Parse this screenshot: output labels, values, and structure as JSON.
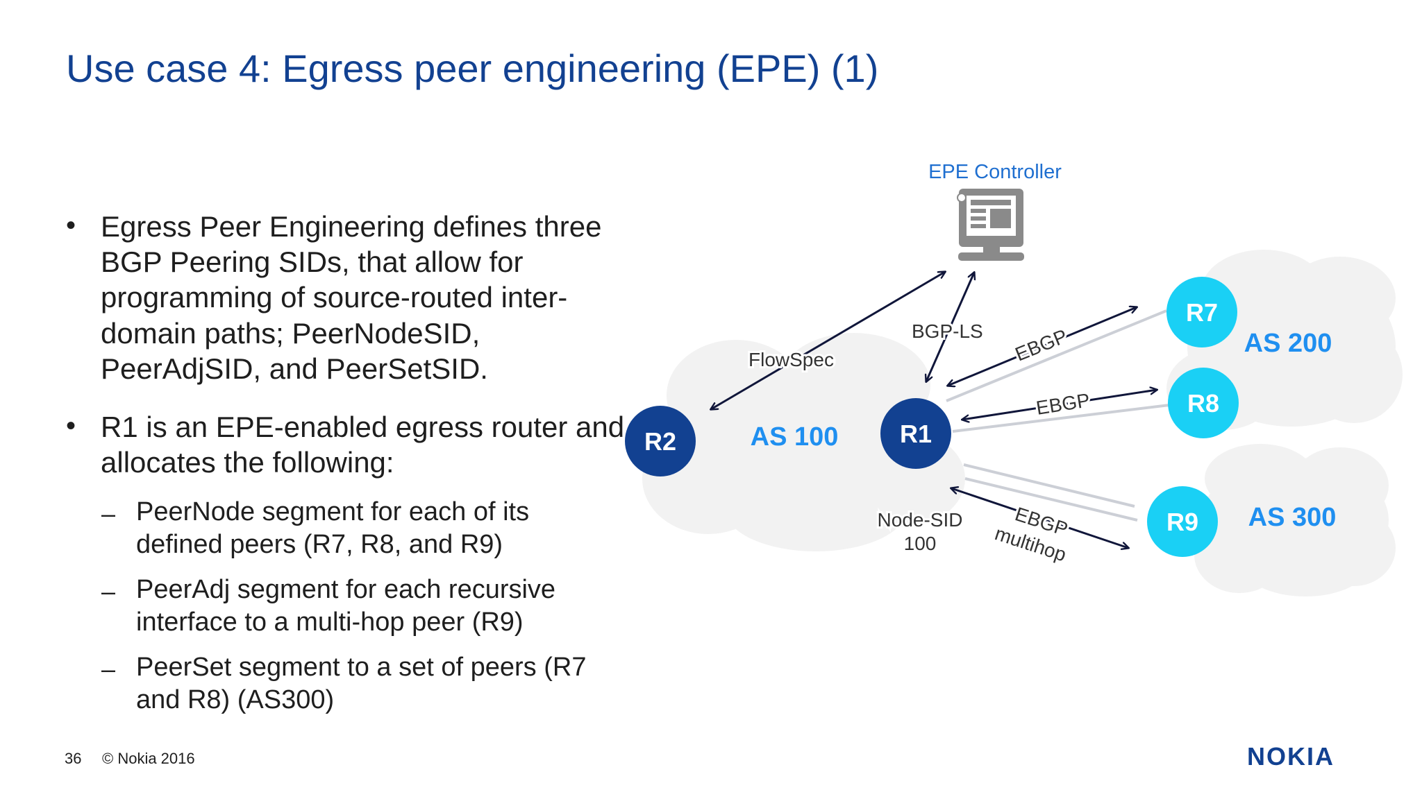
{
  "slide": {
    "title": "Use case 4: Egress peer engineering (EPE) (1)",
    "bullets": [
      "Egress Peer Engineering defines three BGP Peering SIDs, that allow for programming of source-routed inter-domain paths; PeerNodeSID, PeerAdjSID, and PeerSetSID.",
      "R1 is an EPE-enabled egress router and allocates the following:"
    ],
    "sub_bullets": [
      "PeerNode segment for each of its defined peers (R7, R8, and R9)",
      "PeerAdj segment for each recursive interface to a multi-hop peer (R9)",
      "PeerSet segment to a set of peers (R7 and R8) (AS300)"
    ],
    "bullet_marker": "•",
    "sub_marker": "–"
  },
  "diagram": {
    "controller_label": "EPE Controller",
    "routers": {
      "r1": "R1",
      "r2": "R2",
      "r7": "R7",
      "r8": "R8",
      "r9": "R9"
    },
    "as_labels": {
      "as100": "AS 100",
      "as200": "AS 200",
      "as300": "AS 300"
    },
    "link_labels": {
      "flowspec": "FlowSpec",
      "bgp_ls": "BGP-LS",
      "ebgp_r7": "EBGP",
      "ebgp_r8": "EBGP",
      "ebgp_multihop_line1": "EBGP",
      "ebgp_multihop_line2": "multihop",
      "node_sid_line1": "Node-SID",
      "node_sid_line2": "100"
    },
    "colors": {
      "dark_router": "#124191",
      "light_router": "#1ad0f5",
      "as_label": "#1f8ff0",
      "cloud": "#f2f2f2",
      "arrow": "#10163a",
      "peer_link": "#cccfd6"
    }
  },
  "footer": {
    "page_number": "36",
    "copyright": "© Nokia 2016",
    "logo": "NOKIA"
  }
}
